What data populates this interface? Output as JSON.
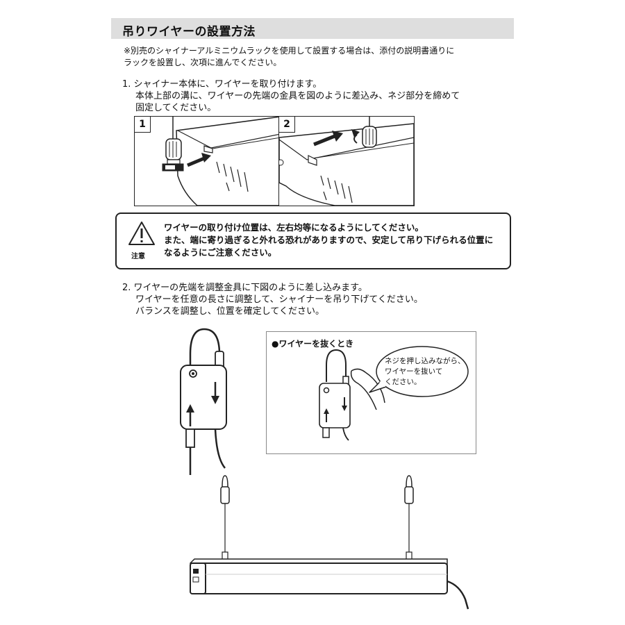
{
  "header": {
    "title": "吊りワイヤーの設置方法"
  },
  "note": {
    "line1": "※別売のシャイナーアルミニウムラックを使用して設置する場合は、添付の説明書通りに",
    "line2": "ラックを設置し、次項に進んでください。"
  },
  "step1": {
    "line1": "1.  シャイナー本体に、ワイヤーを取り付けます。",
    "line2": "本体上部の溝に、ワイヤーの先端の金具を図のように差込み、ネジ部分を締めて",
    "line3": "固定してください。",
    "panel1_num": "1",
    "panel2_num": "2"
  },
  "caution": {
    "label": "注意",
    "line1": "ワイヤーの取り付け位置は、左右均等になるようにしてください。",
    "line2": "また、端に寄り過ぎると外れる恐れがありますので、安定して吊り下げられる位置に",
    "line3": "なるようにご注意ください。"
  },
  "step2": {
    "line1": "2.  ワイヤーの先端を調整金具に下図のように差し込みます。",
    "line2": "ワイヤーを任意の長さに調整して、シャイナーを吊り下げてください。",
    "line3": "バランスを調整し、位置を確定してください。"
  },
  "removal": {
    "title": "●ワイヤーを抜くとき",
    "bubble_line1": "ネジを押し込みながら、",
    "bubble_line2": "ワイヤーを抜いて",
    "bubble_line3": "ください。"
  }
}
